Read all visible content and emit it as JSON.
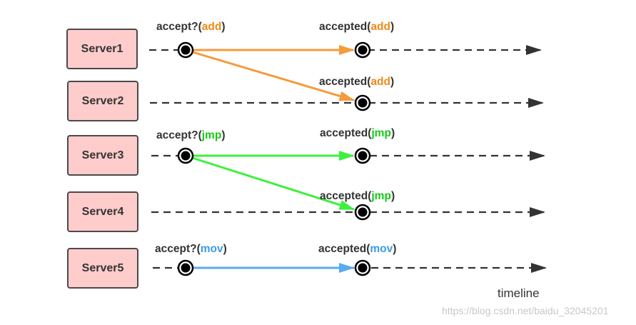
{
  "colors": {
    "add": "#f59b3a",
    "jmp": "#3ef03e",
    "mov": "#5aaaf2",
    "add_text": "#f08a16",
    "jmp_text": "#16c916",
    "mov_text": "#3b9be8",
    "line": "#333333",
    "box_fill": "#ffcccc"
  },
  "servers": [
    {
      "label": "Server1"
    },
    {
      "label": "Server2"
    },
    {
      "label": "Server3"
    },
    {
      "label": "Server4"
    },
    {
      "label": "Server5"
    }
  ],
  "events": [
    {
      "prefix": "accept?(",
      "op": "add",
      "suffix": ")",
      "op_color": "add"
    },
    {
      "prefix": "accepted(",
      "op": "add",
      "suffix": ")",
      "op_color": "add"
    },
    {
      "prefix": "accepted(",
      "op": "add",
      "suffix": ")",
      "op_color": "add"
    },
    {
      "prefix": "accept?(",
      "op": "jmp",
      "suffix": ")",
      "op_color": "jmp"
    },
    {
      "prefix": "accepted(",
      "op": "jmp",
      "suffix": ")",
      "op_color": "jmp"
    },
    {
      "prefix": "accepted(",
      "op": "jmp",
      "suffix": ")",
      "op_color": "jmp"
    },
    {
      "prefix": "accept?(",
      "op": "mov",
      "suffix": ")",
      "op_color": "mov"
    },
    {
      "prefix": "accepted(",
      "op": "mov",
      "suffix": ")",
      "op_color": "mov"
    }
  ],
  "messages": [
    {
      "from_server": 1,
      "to_server": 1,
      "color": "add"
    },
    {
      "from_server": 1,
      "to_server": 2,
      "color": "add"
    },
    {
      "from_server": 3,
      "to_server": 3,
      "color": "jmp"
    },
    {
      "from_server": 3,
      "to_server": 4,
      "color": "jmp"
    },
    {
      "from_server": 5,
      "to_server": 5,
      "color": "mov"
    }
  ],
  "timeline_label": "timeline",
  "watermark": "https://blog.csdn.net/baidu_32045201",
  "icons": {
    "event_marker": "target-circle-icon",
    "arrow_head": "arrowhead-icon"
  }
}
